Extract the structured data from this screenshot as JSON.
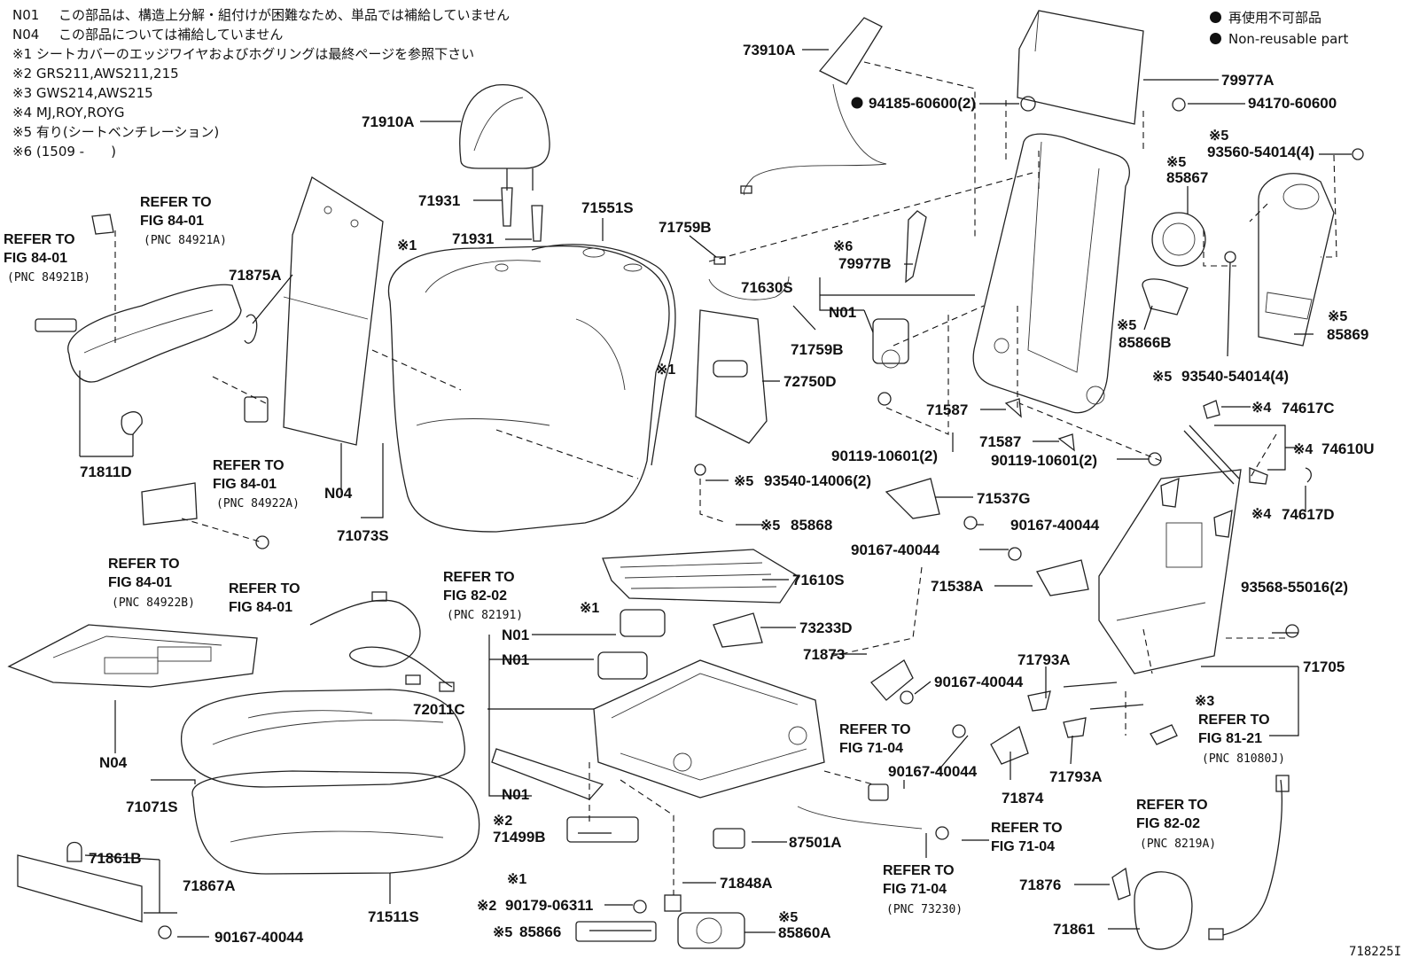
{
  "notes": [
    {
      "code": "N01",
      "text": "この部品は、構造上分解・組付けが困難なため、単品では補給していません"
    },
    {
      "code": "N04",
      "text": "この部品については補給していません"
    },
    {
      "code": "",
      "text": "※1 シートカバーのエッジワイヤおよびホグリングは最終ページを参照下さい"
    },
    {
      "code": "",
      "text": "※2 GRS211,AWS211,215"
    },
    {
      "code": "",
      "text": "※3 GWS214,AWS215"
    },
    {
      "code": "",
      "text": "※4 MJ,ROY,ROYG"
    },
    {
      "code": "",
      "text": "※5 有り(シートベンチレーション)"
    },
    {
      "code": "",
      "text": "※6 (1509 -　　)"
    }
  ],
  "legend": {
    "jp": "再使用不可部品",
    "en": "Non-reusable part"
  },
  "figure_id": "718225I",
  "labels": {
    "p73910A": "73910A",
    "p94185": "94185-60600(2)",
    "p79977A": "79977A",
    "p94170": "94170-60600",
    "p93560": "93560-54014(4)",
    "p85867": "85867",
    "p71910A": "71910A",
    "p71931a": "71931",
    "p71931b": "71931",
    "p71551S": "71551S",
    "p71759Ba": "71759B",
    "p79977B": "79977B",
    "p71630S": "71630S",
    "pN01a": "N01",
    "p71759Bb": "71759B",
    "p72750D": "72750D",
    "p85866B": "85866B",
    "p85869": "85869",
    "p93540a": "93540-54014(4)",
    "p71875A": "71875A",
    "p71811D": "71811D",
    "pN04a": "N04",
    "p71073S": "71073S",
    "p90119a": "90119-10601(2)",
    "p71587a": "71587",
    "p71587b": "71587",
    "p90119b": "90119-10601(2)",
    "p74617C": "74617C",
    "p74610U": "74610U",
    "p74617D": "74617D",
    "p93540b": "93540-14006(2)",
    "p71537G": "71537G",
    "p90167a": "90167-40044",
    "p90167b": "90167-40044",
    "p85868": "85868",
    "p71610S": "71610S",
    "p71538A": "71538A",
    "p73233D": "73233D",
    "p93568": "93568-55016(2)",
    "pN01b": "N01",
    "pN01c": "N01",
    "p72011C": "72011C",
    "p71873": "71873",
    "p90167c": "90167-40044",
    "p71793Aa": "71793A",
    "p71705": "71705",
    "pN04b": "N04",
    "p71071S": "71071S",
    "pN01d": "N01",
    "p90167d": "90167-40044",
    "p71874": "71874",
    "p71793Ab": "71793A",
    "p71499B": "71499B",
    "p87501A": "87501A",
    "p71861B": "71861B",
    "p71867A": "71867A",
    "p71511S": "71511S",
    "p71848A": "71848A",
    "p90179": "90179-06311",
    "p90167e": "90167-40044",
    "p85866": "85866",
    "p85860A": "85860A",
    "p71876": "71876",
    "p71861": "71861"
  },
  "marks": {
    "m1": "※1",
    "m2": "※2",
    "m3": "※3",
    "m4": "※4",
    "m5": "※5",
    "m6": "※6"
  },
  "refs": {
    "refer_to": "REFER TO",
    "fig_84_01": "FIG 84-01",
    "fig_82_02": "FIG 82-02",
    "fig_71_04": "FIG 71-04",
    "fig_81_21": "FIG 81-21",
    "pnc_84921A": "(PNC 84921A)",
    "pnc_84921B": "(PNC 84921B)",
    "pnc_84922A": "(PNC 84922A)",
    "pnc_84922B": "(PNC 84922B)",
    "pnc_82191": "(PNC 82191)",
    "pnc_81080J": "(PNC 81080J)",
    "pnc_8219A": "(PNC 8219A)",
    "pnc_73230": "(PNC 73230)"
  }
}
